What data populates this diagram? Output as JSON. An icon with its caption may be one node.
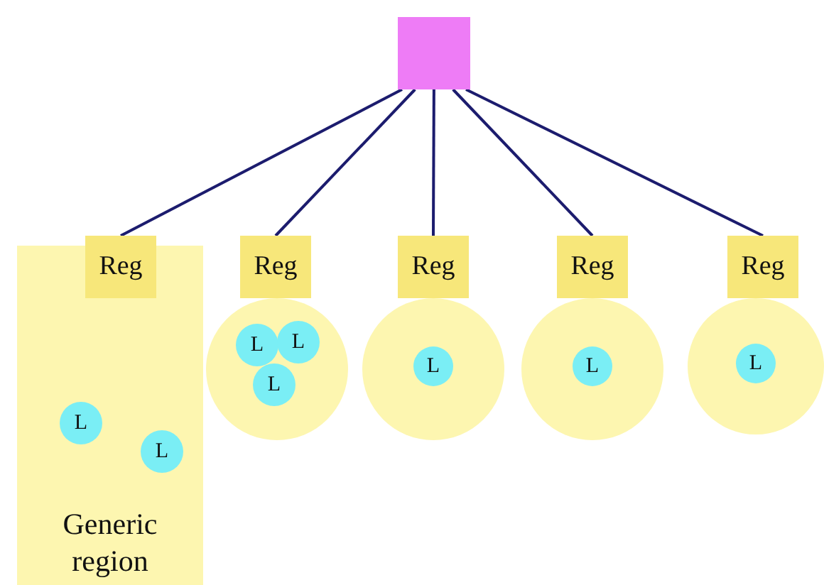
{
  "diagram": {
    "nodes": [
      {
        "text": [],
        "shape": "box"
      },
      {
        "text": [
          "Generic region"
        ]
      },
      {
        "text": [
          "Reg"
        ]
      },
      {
        "text": [
          "L"
        ],
        "in": 1
      },
      {
        "text": [
          "L"
        ],
        "in": 1
      },
      {
        "text": [],
        "shape": "circle"
      },
      {
        "text": [
          "Reg"
        ]
      },
      {
        "text": [
          "L"
        ],
        "in": 5
      },
      {
        "text": [
          "L"
        ],
        "in": 5
      },
      {
        "text": [
          "L"
        ],
        "in": 5
      },
      {
        "text": [],
        "shape": "circle"
      },
      {
        "text": [
          "Reg"
        ]
      },
      {
        "text": [
          "L"
        ],
        "in": 10
      },
      {
        "text": [],
        "shape": "circle"
      },
      {
        "text": [
          "Reg"
        ]
      },
      {
        "text": [
          "L"
        ],
        "in": 13
      },
      {
        "text": [],
        "shape": "circle"
      },
      {
        "text": [
          "Reg"
        ]
      },
      {
        "text": [
          "L"
        ],
        "in": 16
      }
    ],
    "edges": [
      {
        "from": 0,
        "to": 2,
        "arrow": "none"
      },
      {
        "from": 0,
        "to": 6,
        "arrow": "none"
      },
      {
        "from": 0,
        "to": 11,
        "arrow": "none"
      },
      {
        "from": 0,
        "to": 14,
        "arrow": "none"
      },
      {
        "from": 0,
        "to": 17,
        "arrow": "none"
      }
    ]
  }
}
